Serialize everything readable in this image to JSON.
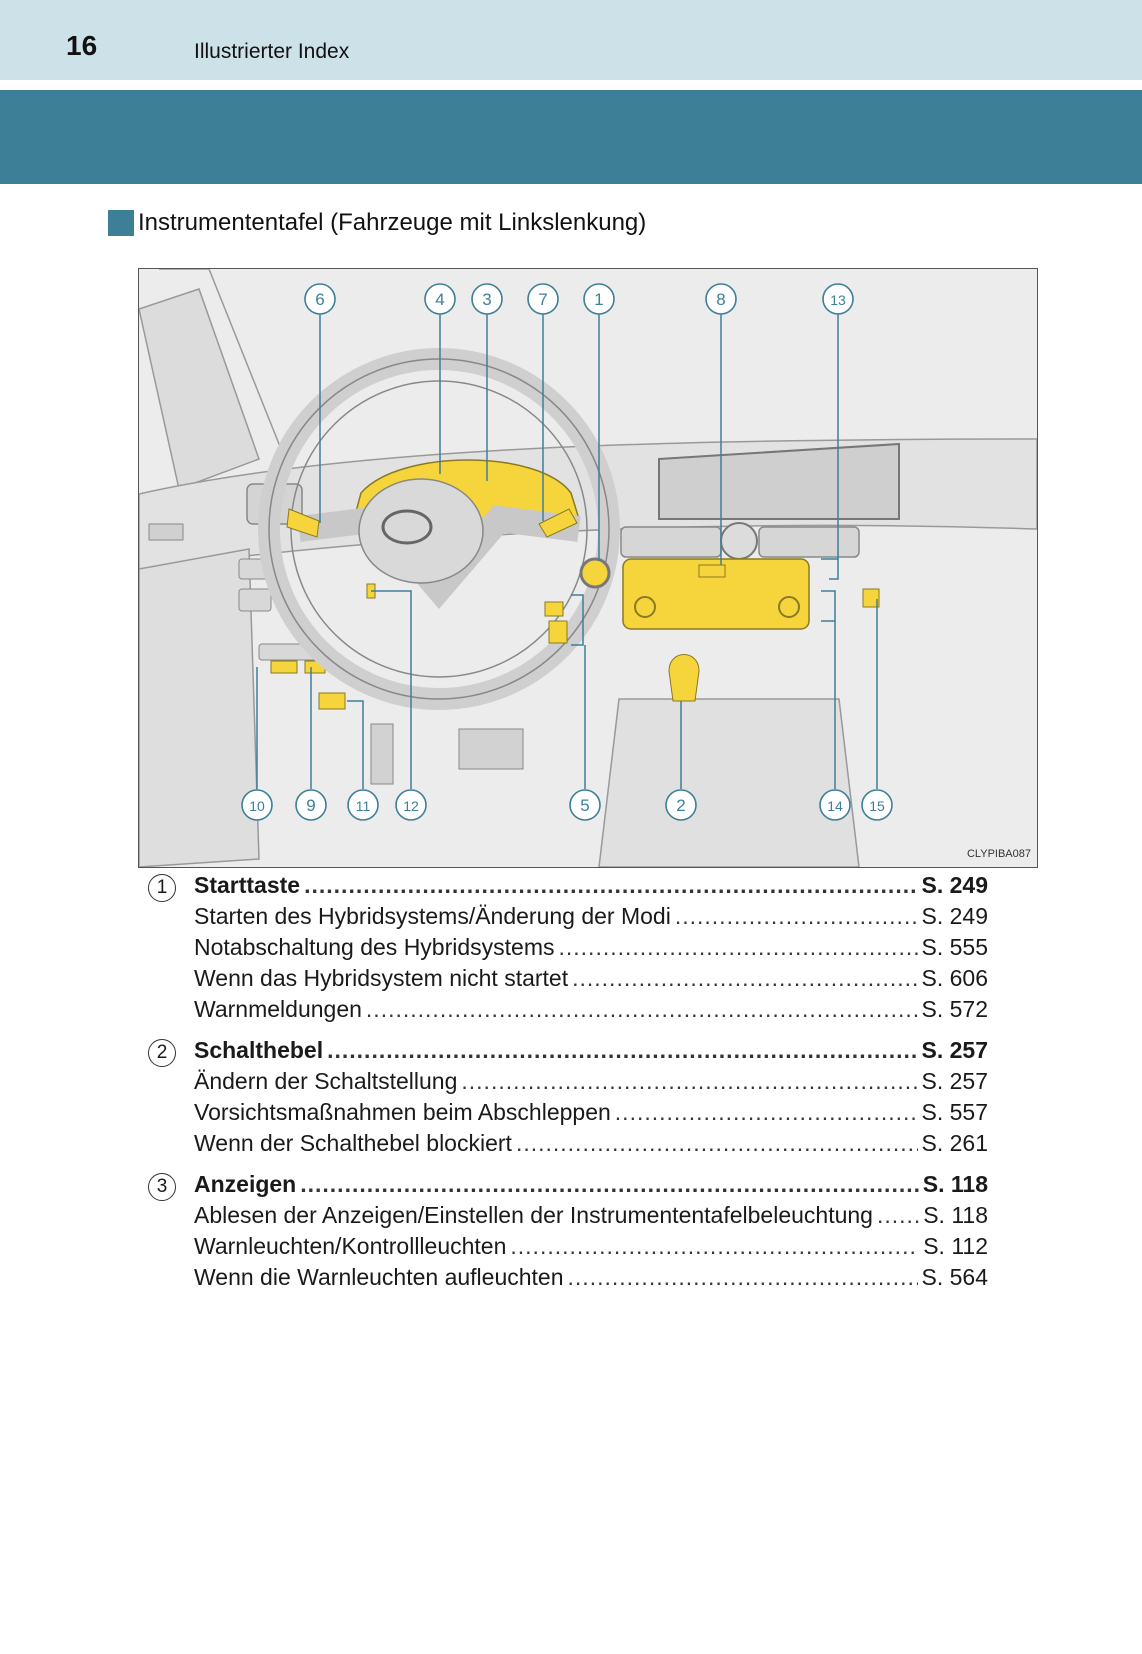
{
  "header": {
    "page_number": "16",
    "title": "Illustrierter Index"
  },
  "section": {
    "title": "Instrumententafel (Fahrzeuge mit Linkslenkung)"
  },
  "figure": {
    "image_code": "CLYPIBA087",
    "top_callouts": [
      "6",
      "4",
      "3",
      "7",
      "1",
      "8",
      "13"
    ],
    "bottom_callouts": [
      "10",
      "9",
      "11",
      "12",
      "5",
      "2",
      "14",
      "15"
    ],
    "highlight_color": "#f6d53c"
  },
  "index": [
    {
      "num": "1",
      "title": "Starttaste",
      "page": "S. 249",
      "subs": [
        {
          "label": "Starten des Hybridsystems/Änderung der Modi",
          "page": "S. 249"
        },
        {
          "label": "Notabschaltung des Hybridsystems",
          "page": "S. 555"
        },
        {
          "label": "Wenn das Hybridsystem nicht startet",
          "page": "S. 606"
        },
        {
          "label": "Warnmeldungen",
          "page": "S. 572"
        }
      ]
    },
    {
      "num": "2",
      "title": "Schalthebel",
      "page": "S. 257",
      "subs": [
        {
          "label": "Ändern der Schaltstellung",
          "page": "S. 257"
        },
        {
          "label": "Vorsichtsmaßnahmen beim Abschleppen",
          "page": "S. 557"
        },
        {
          "label": "Wenn der Schalthebel blockiert",
          "page": "S. 261"
        }
      ]
    },
    {
      "num": "3",
      "title": "Anzeigen",
      "page": "S. 118",
      "subs": [
        {
          "label": "Ablesen der Anzeigen/Einstellen der Instrumententafelbeleuchtung",
          "page": "S. 118"
        },
        {
          "label": "Warnleuchten/Kontrollleuchten",
          "page": "S. 112"
        },
        {
          "label": "Wenn die Warnleuchten aufleuchten",
          "page": "S. 564"
        }
      ]
    }
  ]
}
